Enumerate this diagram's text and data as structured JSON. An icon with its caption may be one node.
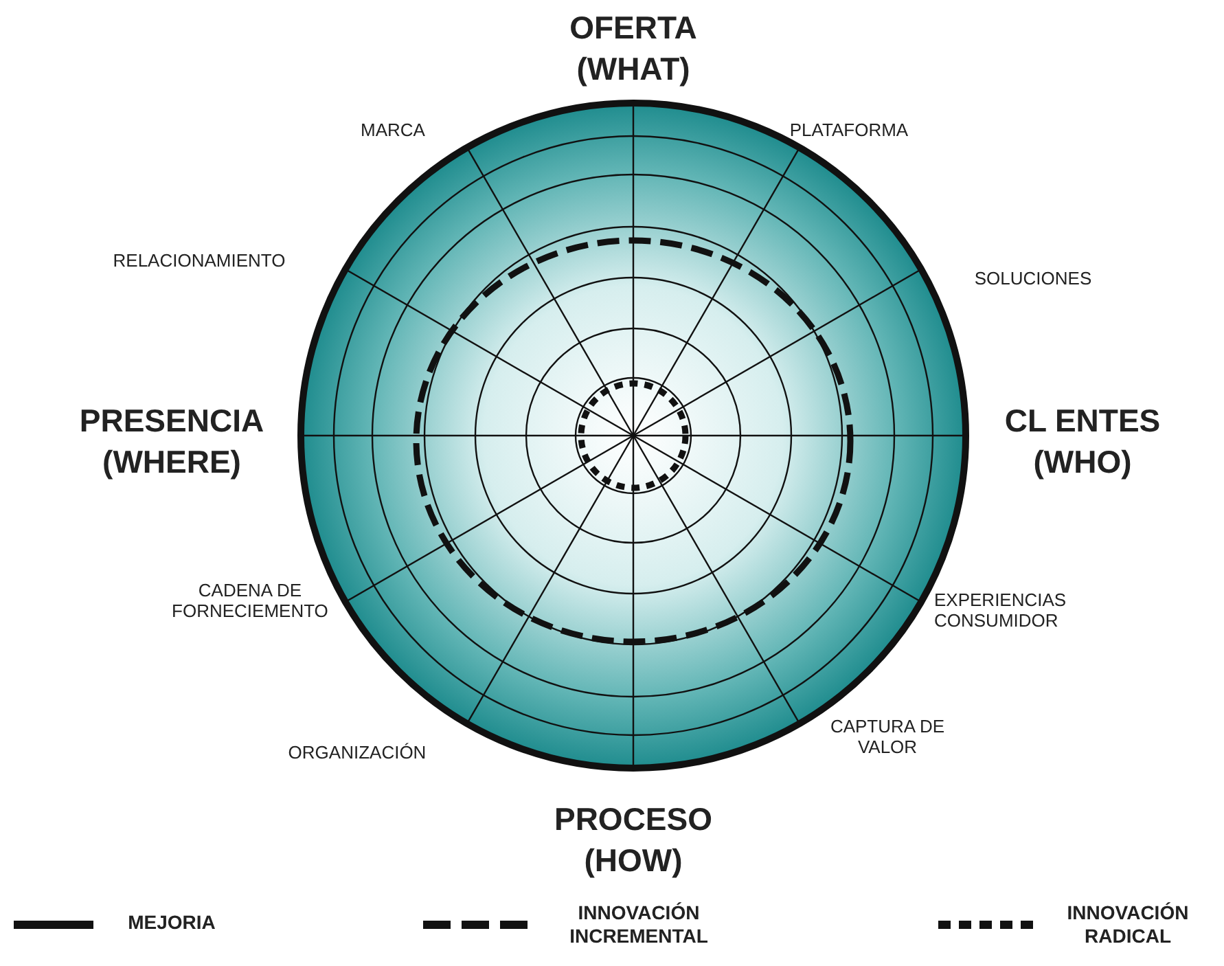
{
  "diagram": {
    "labels": [
      "OFERTA (WHAT)",
      "MARCA",
      "PLATAFORMA",
      "RELACIONAMIENTO",
      "SOLUCIONES",
      "PRESENCIA (WHERE)",
      "CL ENTES (WHO)",
      "CADENA DE FORNECIEMENTO",
      "EXPERIENCIAS CONSUMIDOR",
      "ORGANIZACIÓN",
      "CAPTURA DE VALOR",
      "PROCESO (HOW)"
    ],
    "legend": [
      {
        "text": "MEJORIA"
      },
      {
        "text": "INNOVACIÓN INCREMENTAL"
      },
      {
        "text": "INNOVACIÓN RADICAL"
      }
    ]
  }
}
